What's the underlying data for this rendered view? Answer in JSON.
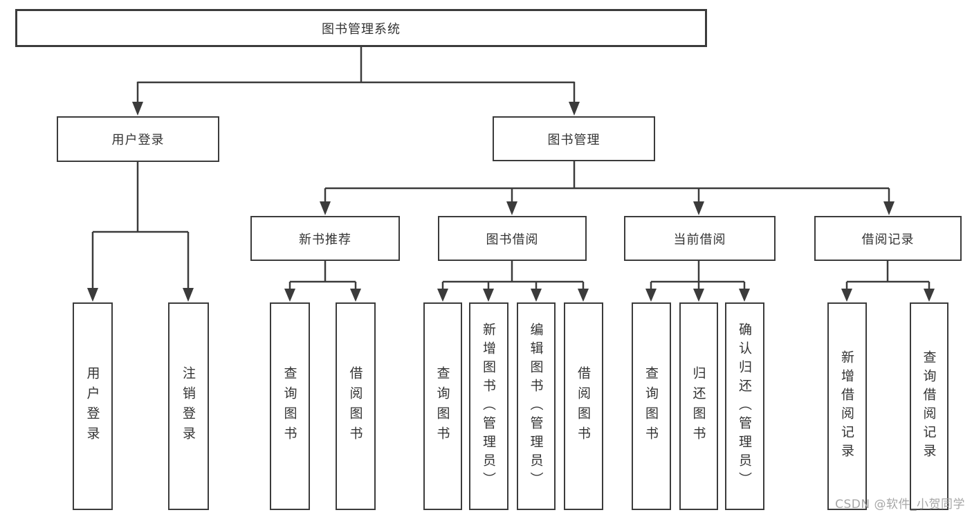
{
  "tree": {
    "root": {
      "label": "图书管理系统"
    },
    "branches": [
      {
        "label": "用户登录",
        "leaves": [
          {
            "label": "用户登录"
          },
          {
            "label": "注销登录"
          }
        ]
      },
      {
        "label": "图书管理",
        "groups": [
          {
            "label": "新书推荐",
            "leaves": [
              {
                "label": "查询图书"
              },
              {
                "label": "借阅图书"
              }
            ]
          },
          {
            "label": "图书借阅",
            "leaves": [
              {
                "label": "查询图书"
              },
              {
                "label": "新增图书（管理员）"
              },
              {
                "label": "编辑图书（管理员）"
              },
              {
                "label": "借阅图书"
              }
            ]
          },
          {
            "label": "当前借阅",
            "leaves": [
              {
                "label": "查询图书"
              },
              {
                "label": "归还图书"
              },
              {
                "label": "确认归还（管理员）"
              }
            ]
          },
          {
            "label": "借阅记录",
            "leaves": [
              {
                "label": "新增借阅记录"
              },
              {
                "label": "查询借阅记录"
              }
            ]
          }
        ]
      }
    ]
  },
  "watermark": {
    "text": "CSDN @软件_小贺同学"
  },
  "colors": {
    "line": "#3b3b3b",
    "text": "#333333",
    "background": "#ffffff",
    "watermark": "#a6a6a6"
  }
}
